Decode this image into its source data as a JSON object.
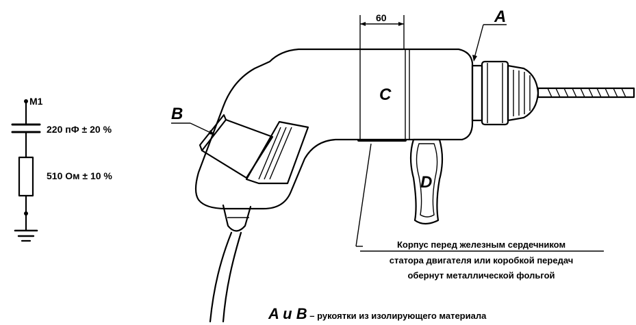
{
  "circuit": {
    "node_label": "M1",
    "capacitor_label": "220 пФ ± 20 %",
    "resistor_label": "510 Ом ± 10 %"
  },
  "drill": {
    "dimension_label": "60",
    "label_a": "A",
    "label_b": "B",
    "label_c": "C",
    "label_d": "D"
  },
  "note": {
    "line1": "Корпус перед железным сердечником",
    "line2": "статора двигателя или коробкой передач",
    "line3": "обернут металлической фольгой"
  },
  "caption": {
    "letters": "A и B",
    "text": " – рукоятки из изолирующего материала"
  }
}
